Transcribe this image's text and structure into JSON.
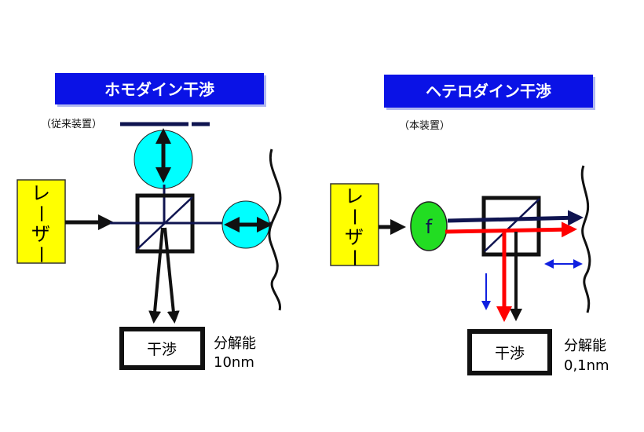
{
  "colors": {
    "title_bg": "#0a12e6",
    "laser": "#ffff00",
    "lens": "#00ffff",
    "modulator": "#22dd22",
    "beam_dark": "#0f1450",
    "beam_red": "#ff0000",
    "motion_blue": "#1020e0"
  },
  "left": {
    "title": "ホモダイン干渉",
    "note": "（従来装置）",
    "laser_label": [
      "レ",
      "ー",
      "ザ",
      "ー"
    ],
    "detector_label": "干渉",
    "resolution_label": "分解能",
    "resolution_value": "10nm"
  },
  "right": {
    "title": "ヘテロダイン干渉",
    "note": "（本装置）",
    "laser_label": [
      "レ",
      "ー",
      "ザ",
      "ー"
    ],
    "modulator_label": "f",
    "detector_label": "干渉",
    "resolution_label": "分解能",
    "resolution_value": "0,1nm"
  }
}
